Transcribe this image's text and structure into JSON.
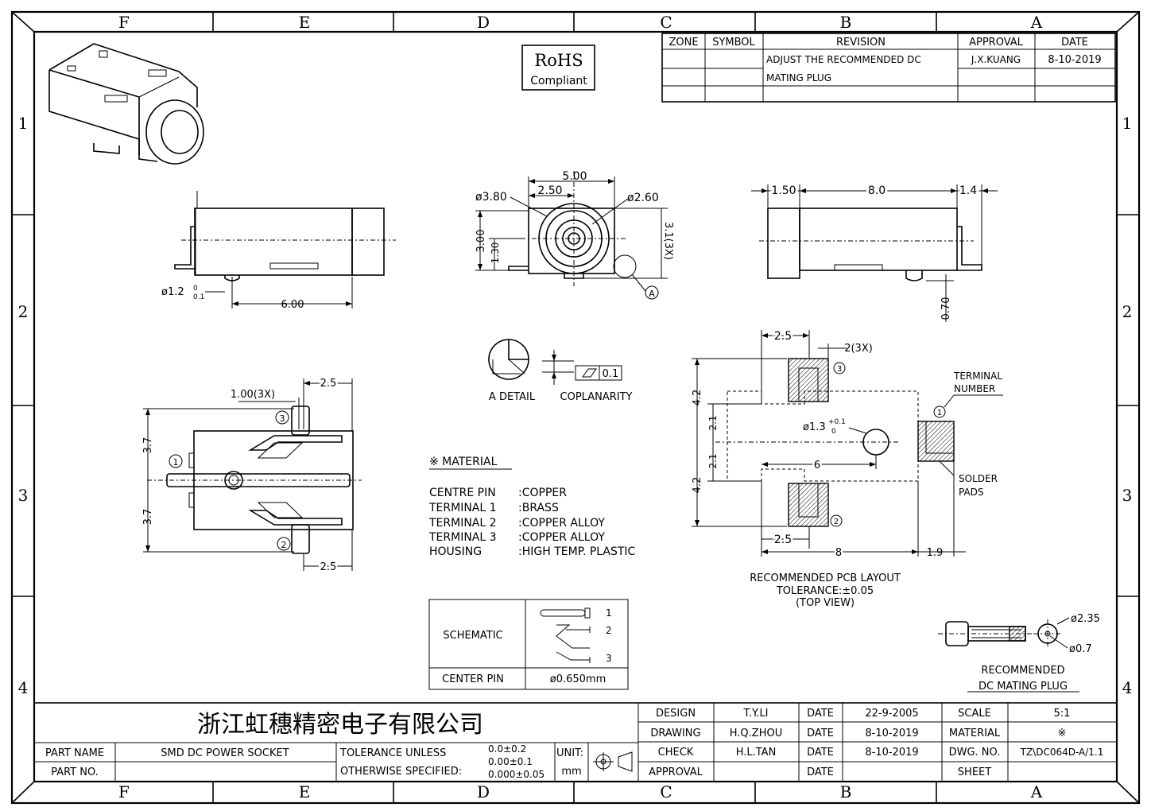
{
  "frame": {
    "columns": [
      "F",
      "E",
      "D",
      "C",
      "B",
      "A"
    ],
    "rows": [
      "1",
      "2",
      "3",
      "4"
    ]
  },
  "rohs": {
    "line1": "RoHS",
    "line2": "Compliant"
  },
  "revision": {
    "headers": [
      "ZONE",
      "SYMBOL",
      "REVISION",
      "APPROVAL",
      "DATE"
    ],
    "rev_line1": "ADJUST THE RECOMMENDED DC",
    "rev_line2": "MATING PLUG",
    "approval": "J.X.KUANG",
    "date": "8-10-2019"
  },
  "dims": {
    "side_dia": "ø1.2",
    "side_tol_top": "0",
    "side_tol_bot": "0.1",
    "side_len": "6.00",
    "front_w": "5.00",
    "front_half": "2.50",
    "front_d1": "ø3.80",
    "front_d2": "ø2.60",
    "front_h1": "3.00",
    "front_h2": "1.30",
    "front_h3": "3.1(3X)",
    "datum": "A",
    "right_a": "1.50",
    "right_b": "8.0",
    "right_c": "1.4",
    "right_d": "0.70",
    "top_a": "1.00(3X)",
    "top_b": "2.5",
    "top_c": "3.7",
    "top_d": "3.7",
    "top_e": "2.5",
    "coplanarity": "0.1"
  },
  "detail": {
    "a_detail": "A DETAIL",
    "coplanarity_label": "COPLANARITY"
  },
  "material": {
    "title": "※ MATERIAL",
    "rows": [
      {
        "name": "CENTRE PIN",
        "value": ":COPPER"
      },
      {
        "name": "TERMINAL 1",
        "value": ":BRASS"
      },
      {
        "name": "TERMINAL 2",
        "value": ":COPPER ALLOY"
      },
      {
        "name": "TERMINAL 3",
        "value": ":COPPER ALLOY"
      },
      {
        "name": "HOUSING",
        "value": ":HIGH TEMP. PLASTIC"
      }
    ]
  },
  "schematic": {
    "label": "SCHEMATIC",
    "pins": [
      "1",
      "2",
      "3"
    ],
    "center_pin_label": "CENTER PIN",
    "center_pin_value": "ø0.650mm"
  },
  "pcb": {
    "d1": "2.5",
    "d2": "2(3X)",
    "d3": "4.2",
    "d4": "2.1",
    "d5": "2.1",
    "d6": "4.2",
    "hole": "ø1.3",
    "hole_tol_top": "+0.1",
    "hole_tol_bot": "0",
    "d7": "6",
    "d8": "2.5",
    "d9": "8",
    "d10": "1.9",
    "terminal_number_1": "TERMINAL",
    "terminal_number_2": "NUMBER",
    "solder_1": "SOLDER",
    "solder_2": "PADS",
    "caption1": "RECOMMENDED PCB LAYOUT",
    "caption2": "TOLERANCE:±0.05",
    "caption3": "(TOP VIEW)"
  },
  "plug": {
    "d1": "ø2.35",
    "d2": "ø0.7",
    "caption1": "RECOMMENDED",
    "caption2": "DC MATING PLUG"
  },
  "title_block": {
    "company": "浙江虹穗精密电子有限公司",
    "part_name_label": "PART NAME",
    "part_name": "SMD DC POWER SOCKET",
    "part_no_label": "PART NO.",
    "tol_label1": "TOLERANCE UNLESS",
    "tol_label2": "OTHERWISE SPECIFIED:",
    "tol1": "0.0±0.2",
    "tol2": "0.00±0.1",
    "tol3": "0.000±0.05",
    "unit_label": "UNIT:",
    "unit": "mm",
    "design_label": "DESIGN",
    "design": "T.Y.LI",
    "design_date": "22-9-2005",
    "drawing_label": "DRAWING",
    "drawing": "H.Q.ZHOU",
    "drawing_date": "8-10-2019",
    "check_label": "CHECK",
    "check": "H.L.TAN",
    "check_date": "8-10-2019",
    "approval_label": "APPROVAL",
    "date_label": "DATE",
    "scale_label": "SCALE",
    "scale": "5:1",
    "material_label": "MATERIAL",
    "material": "※",
    "dwg_label": "DWG. NO.",
    "dwg": "TZ\\DC064D-A/1.1",
    "sheet_label": "SHEET"
  }
}
